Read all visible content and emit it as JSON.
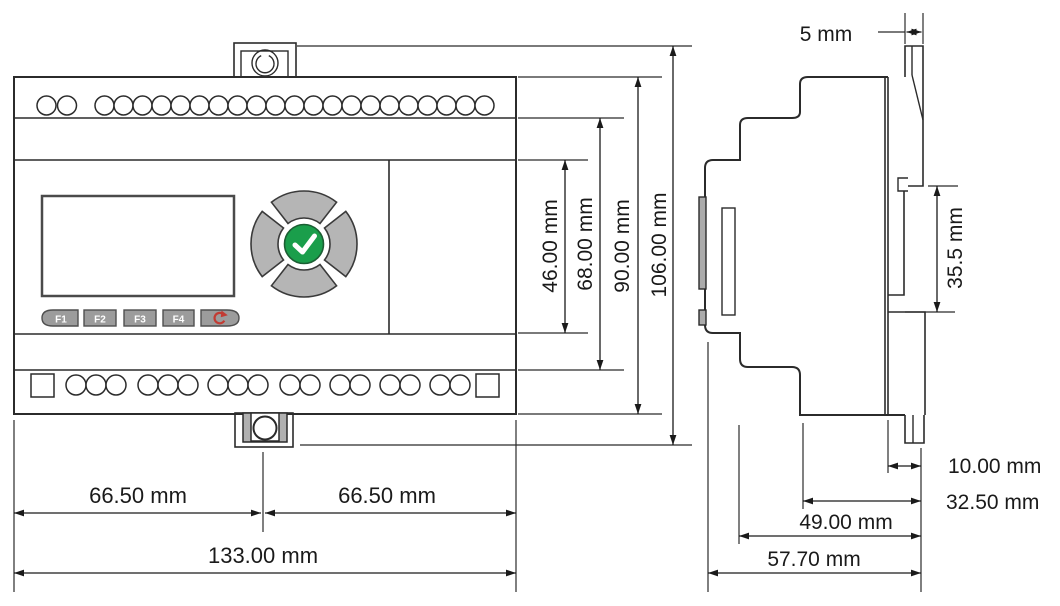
{
  "drawing": {
    "type": "dimensional-drawing",
    "views": [
      "front-view",
      "side-view"
    ]
  },
  "dimensions": {
    "front_width_left": "66.50 mm",
    "front_width_right": "66.50 mm",
    "front_width_total": "133.00 mm",
    "front_height_keypad": "46.00 mm",
    "front_height_face": "68.00 mm",
    "front_height_body": "90.00 mm",
    "front_height_total": "106.00 mm",
    "side_tab_width": "5 mm",
    "side_rail_height": "35.5 mm",
    "side_depth_back": "10.00 mm",
    "side_depth_mid": "32.50 mm",
    "side_depth_front": "49.00 mm",
    "side_depth_total": "57.70 mm"
  },
  "front_panel": {
    "buttons": {
      "f1": "F1",
      "f2": "F2",
      "f3": "F3",
      "f4": "F4"
    },
    "reset_icon": "circular-arrow",
    "dpad": {
      "directions": [
        "up",
        "left",
        "right",
        "down"
      ],
      "center_icon": "checkmark"
    },
    "terminals": {
      "top_groups": [
        2,
        21
      ],
      "bottom_groups": [
        3,
        3,
        3,
        2,
        2,
        2,
        2
      ]
    }
  },
  "colors": {
    "line": "#2b2b2b",
    "button_gray": "#9c9c9c",
    "dpad_gray": "#b5b5b5",
    "green": "#1a9e4b",
    "red": "#c23b33",
    "lcd_border": "#4a4a4a",
    "side_gray": "#ababab"
  }
}
